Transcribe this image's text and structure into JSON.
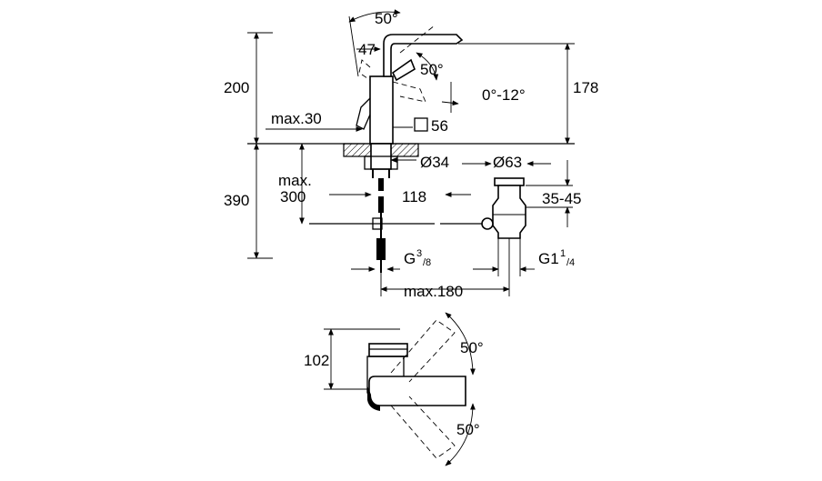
{
  "dimensions": {
    "h200": "200",
    "h178": "178",
    "h390": "390",
    "max30": "max.30",
    "max300_line1": "max.",
    "max300_line2": "300",
    "d118": "118",
    "d34": "Ø34",
    "d63": "Ø63",
    "d35_45": "35-45",
    "g38_main": "G",
    "g38_sup": "3",
    "g38_sub": "/8",
    "g114_main": "G1",
    "g114_sup": "1",
    "g114_sub": "/4",
    "max180": "max.180",
    "sq56": "56",
    "ang50_top": "50°",
    "d47": "47",
    "ang50_lever": "50°",
    "ang0_12": "0°-12°",
    "d102": "102",
    "ang50_plan_top": "50°",
    "ang50_plan_bottom": "50°"
  },
  "colors": {
    "line": "#000000",
    "background": "#ffffff"
  }
}
